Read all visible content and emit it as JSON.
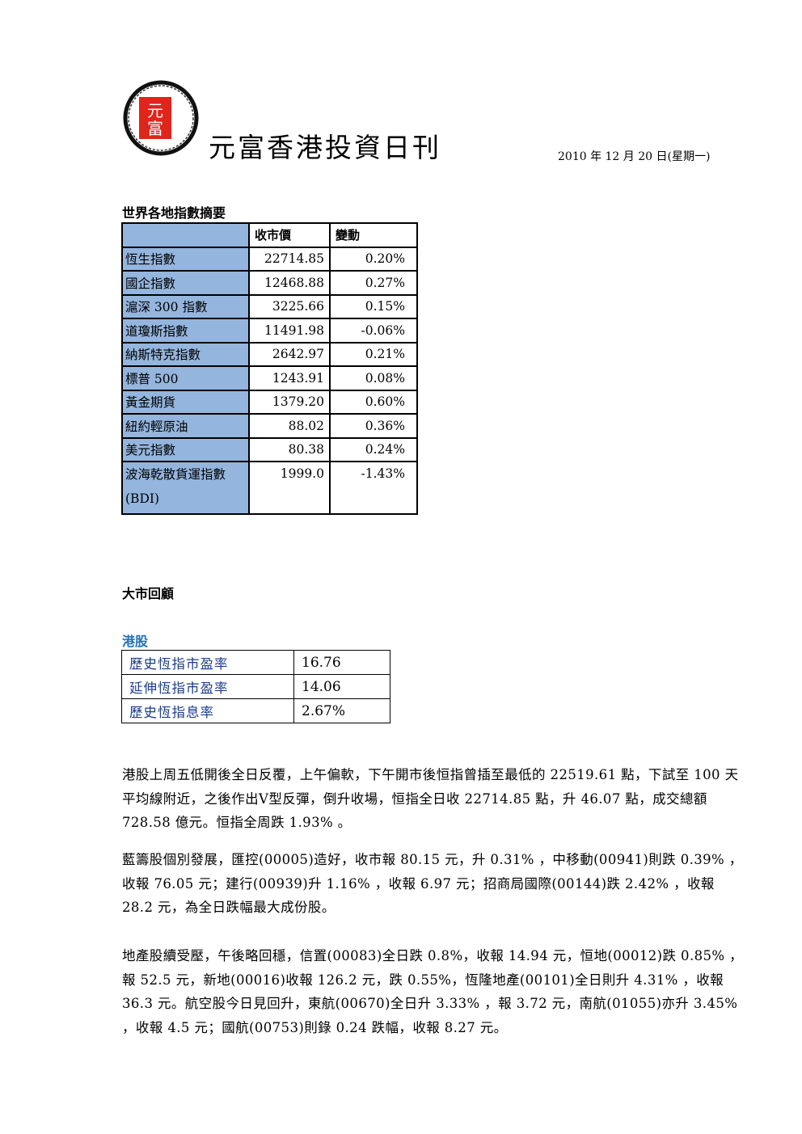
{
  "header": {
    "logo_text": "元富",
    "title": "元富香港投資日刊",
    "date": "2010 年 12 月 20 日(星期一)"
  },
  "colors": {
    "table_name_bg": "#94b5dd",
    "subheading": "#1f72b8",
    "label_text": "#1c3d8a",
    "logo_red": "#e0251b"
  },
  "index_summary": {
    "heading": "世界各地指數摘要",
    "columns": [
      "收市價",
      "變動"
    ],
    "rows": [
      {
        "name": "恆生指數",
        "close": "22714.85",
        "change": "0.20%"
      },
      {
        "name": "國企指數",
        "close": "12468.88",
        "change": "0.27%"
      },
      {
        "name": "滬深 300 指數",
        "close": "3225.66",
        "change": "0.15%"
      },
      {
        "name": "道瓊斯指數",
        "close": "11491.98",
        "change": "-0.06%"
      },
      {
        "name": "納斯特克指數",
        "close": "2642.97",
        "change": "0.21%"
      },
      {
        "name": "標普 500",
        "close": "1243.91",
        "change": "0.08%"
      },
      {
        "name": "黃金期貨",
        "close": "1379.20",
        "change": "0.60%"
      },
      {
        "name": "紐約輕原油",
        "close": "88.02",
        "change": "0.36%"
      },
      {
        "name": "美元指數",
        "close": "80.38",
        "change": "0.24%"
      },
      {
        "name": "波海乾散貨運指數",
        "name2": "(BDI)",
        "close": "1999.0",
        "change": "-1.43%"
      }
    ]
  },
  "market_review": {
    "heading": "大市回顧",
    "subheading": "港股",
    "ratios": [
      {
        "label": "歷史恆指市盈率",
        "value": "16.76"
      },
      {
        "label": "延伸恆指市盈率",
        "value": "14.06"
      },
      {
        "label": "歷史恆指息率",
        "value": "2.67%"
      }
    ],
    "paragraphs": [
      "港股上周五低開後全日反覆，上午偏軟，下午開市後恒指曾插至最低的 22519.61 點，下試至 100 天平均線附近，之後作出V型反彈，倒升收場，恒指全日收 22714.85 點，升 46.07 點，成交總額 728.58 億元。恒指全周跌 1.93% 。",
      "藍籌股個別發展，匯控(00005)造好，收市報 80.15 元，升 0.31% ，中移動(00941)則跌 0.39% ，收報 76.05 元；建行(00939)升 1.16% ，收報 6.97 元；招商局國際(00144)跌 2.42% ，收報 28.2 元，為全日跌幅最大成份股。",
      "地產股續受壓，午後略回穩，信置(00083)全日跌 0.8%，收報 14.94 元，恒地(00012)跌 0.85% ，報 52.5 元，新地(00016)收報 126.2 元，跌 0.55%，恆隆地產(00101)全日則升 4.31% ，收報 36.3 元。航空股今日見回升，東航(00670)全日升 3.33% ，報 3.72 元，南航(01055)亦升 3.45% ，收報 4.5 元；國航(00753)則錄 0.24 跌幅，收報 8.27 元。"
    ]
  }
}
